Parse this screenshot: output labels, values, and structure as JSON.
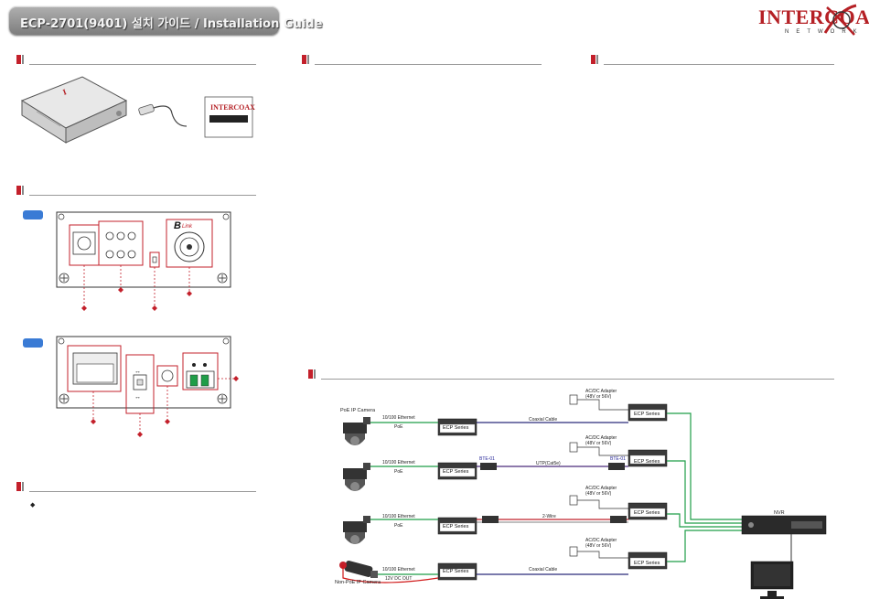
{
  "header": {
    "title": "ECP-2701(9401) 설치 가이드 / Installation Guide",
    "logo_word": "INTERCOAX",
    "logo_sub": "NETWORK"
  },
  "bullets": [
    "◆"
  ],
  "diagram": {
    "rows": [
      {
        "camera_label": "PoE IP Camera",
        "eth_label": "10/100 Ethernet",
        "poe_label": "PoE",
        "ecp_label": "ECP Series",
        "mid_label": "",
        "cable_label": "Coaxial Cable",
        "adapter_label": "AC/DC Adapter",
        "adapter_sub": "(48V or 56V)",
        "remote_label": "ECP Series"
      },
      {
        "camera_label": "",
        "eth_label": "10/100 Ethernet",
        "poe_label": "PoE",
        "ecp_label": "ECP Series",
        "mid_label": "BTE-01",
        "cable_label": "UTP(Cat5e)",
        "adapter_label": "AC/DC Adapter",
        "adapter_sub": "(48V or 56V)",
        "remote_label": "ECP Series",
        "remote_mid_label": "BTE-01"
      },
      {
        "camera_label": "",
        "eth_label": "10/100 Ethernet",
        "poe_label": "PoE",
        "ecp_label": "ECP Series",
        "mid_label": "",
        "cable_label": "2-Wire",
        "adapter_label": "AC/DC Adapter",
        "adapter_sub": "(48V or 56V)",
        "remote_label": "ECP Series"
      },
      {
        "camera_label": "Non-PoE IP Camera",
        "eth_label": "10/100 Ethernet",
        "poe_label": "12V DC OUT",
        "ecp_label": "ECP Series",
        "mid_label": "",
        "cable_label": "Coaxial Cable",
        "adapter_label": "AC/DC Adapter",
        "adapter_sub": "(48V or 56V)",
        "remote_label": "ECP Series"
      }
    ],
    "nvr_label": "NVR"
  },
  "colors": {
    "accent_red": "#c3202b",
    "tag_blue": "#3a7bd5",
    "ethernet_green": "#1f9d48",
    "coax_navy": "#2a2a7a",
    "utp_purple": "#4a2a7a",
    "wire_red": "#c0202a",
    "power_red": "#d01818"
  }
}
